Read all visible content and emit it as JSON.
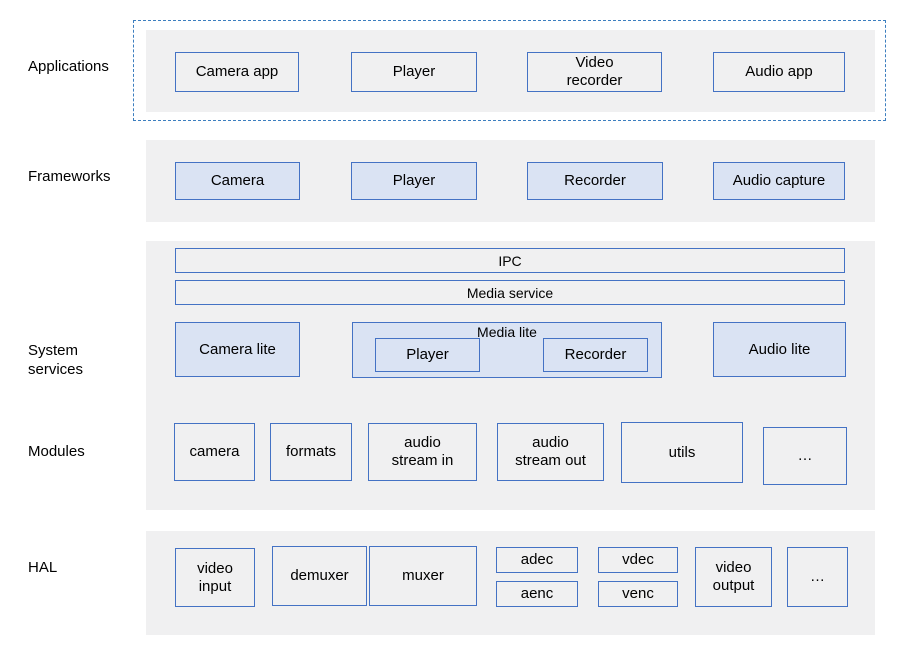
{
  "colors": {
    "band_bg": "#f0f0f1",
    "box_border": "#4472c4",
    "box_fill_blue": "#dae3f3",
    "dashed_border": "#3c7ebf"
  },
  "layers": {
    "applications": {
      "label": "Applications",
      "boxes": [
        "Camera app",
        "Player",
        "Video\nrecorder",
        "Audio app"
      ]
    },
    "frameworks": {
      "label": "Frameworks",
      "boxes": [
        "Camera",
        "Player",
        "Recorder",
        "Audio capture"
      ]
    },
    "system_services": {
      "label": "System services",
      "ipc": "IPC",
      "media_service": "Media service",
      "camera_lite": "Camera lite",
      "media_lite": {
        "label": "Media lite",
        "children": [
          "Player",
          "Recorder"
        ]
      },
      "audio_lite": "Audio lite"
    },
    "modules": {
      "label": "Modules",
      "boxes": [
        "camera",
        "formats",
        "audio\nstream in",
        "audio\nstream out",
        "utils",
        "…"
      ]
    },
    "hal": {
      "label": "HAL",
      "boxes": [
        "video\ninput",
        "demuxer",
        "muxer",
        "adec",
        "aenc",
        "vdec",
        "venc",
        "video\noutput",
        "…"
      ]
    }
  }
}
